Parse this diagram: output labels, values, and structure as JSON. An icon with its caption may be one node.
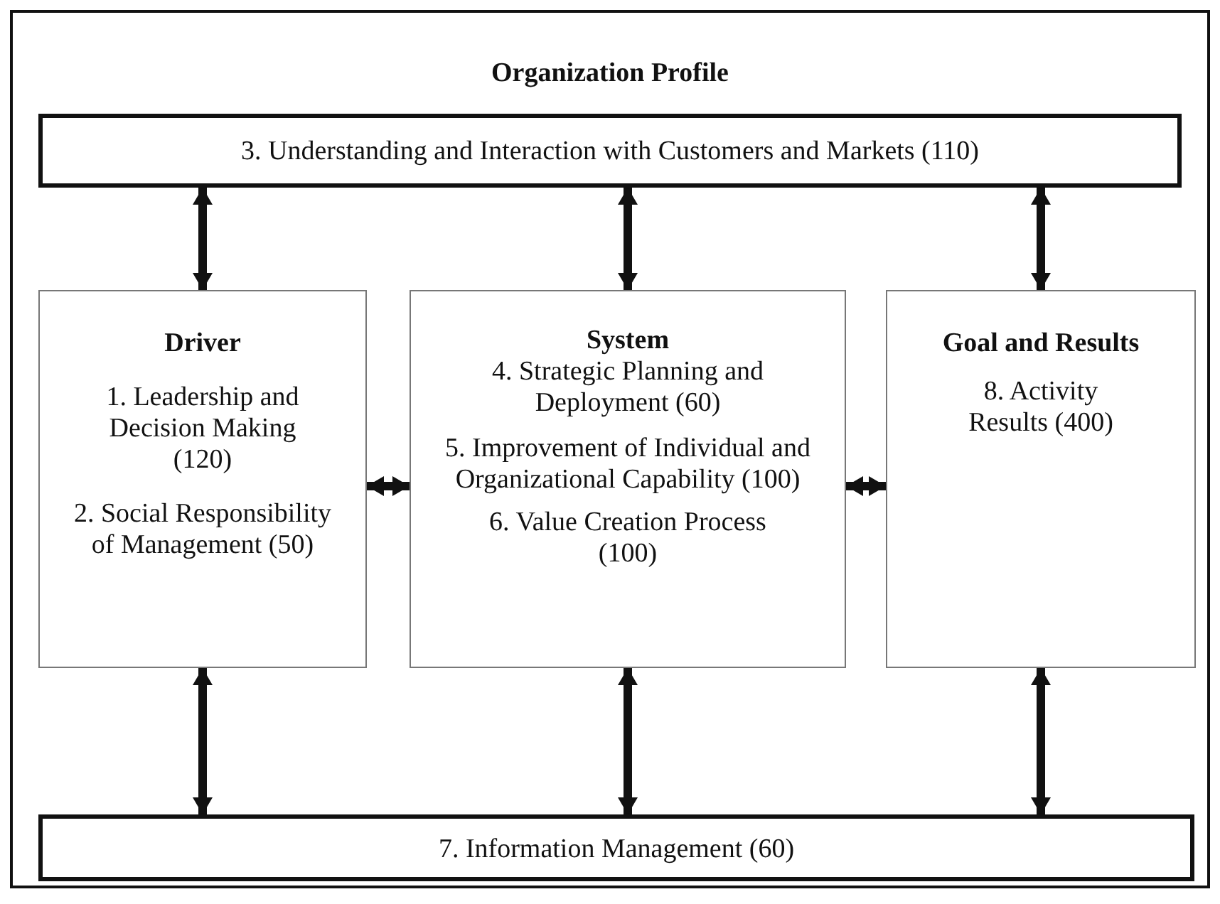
{
  "diagram": {
    "nodes": [
      {
        "text": [
          "Organization Profile"
        ]
      },
      {
        "text": [
          "3. Understanding and Interaction with Customers and Markets (110)"
        ],
        "in": 0
      },
      {
        "text": [
          "Driver",
          "1. Leadership and Decision Making (120)",
          "2. Social Responsibility of Management (50)"
        ],
        "in": 0
      },
      {
        "text": [
          "System",
          "4. Strategic Planning and Deployment (60)",
          "5. Improvement of Individual and Organizational Capability (100)",
          "6. Value Creation Process (100)"
        ],
        "in": 0
      },
      {
        "text": [
          "Goal and Results",
          "8. Activity Results (400)"
        ],
        "in": 0
      },
      {
        "text": [
          "7. Information Management (60)"
        ],
        "in": 0
      }
    ],
    "edges": [
      {
        "from": 1,
        "to": 2,
        "arrow": "both"
      },
      {
        "from": 1,
        "to": 3,
        "arrow": "both"
      },
      {
        "from": 1,
        "to": 4,
        "arrow": "both"
      },
      {
        "from": 2,
        "to": 3,
        "arrow": "both"
      },
      {
        "from": 3,
        "to": 4,
        "arrow": "both"
      },
      {
        "from": 2,
        "to": 5,
        "arrow": "both"
      },
      {
        "from": 3,
        "to": 5,
        "arrow": "both"
      },
      {
        "from": 4,
        "to": 5,
        "arrow": "both"
      }
    ]
  }
}
